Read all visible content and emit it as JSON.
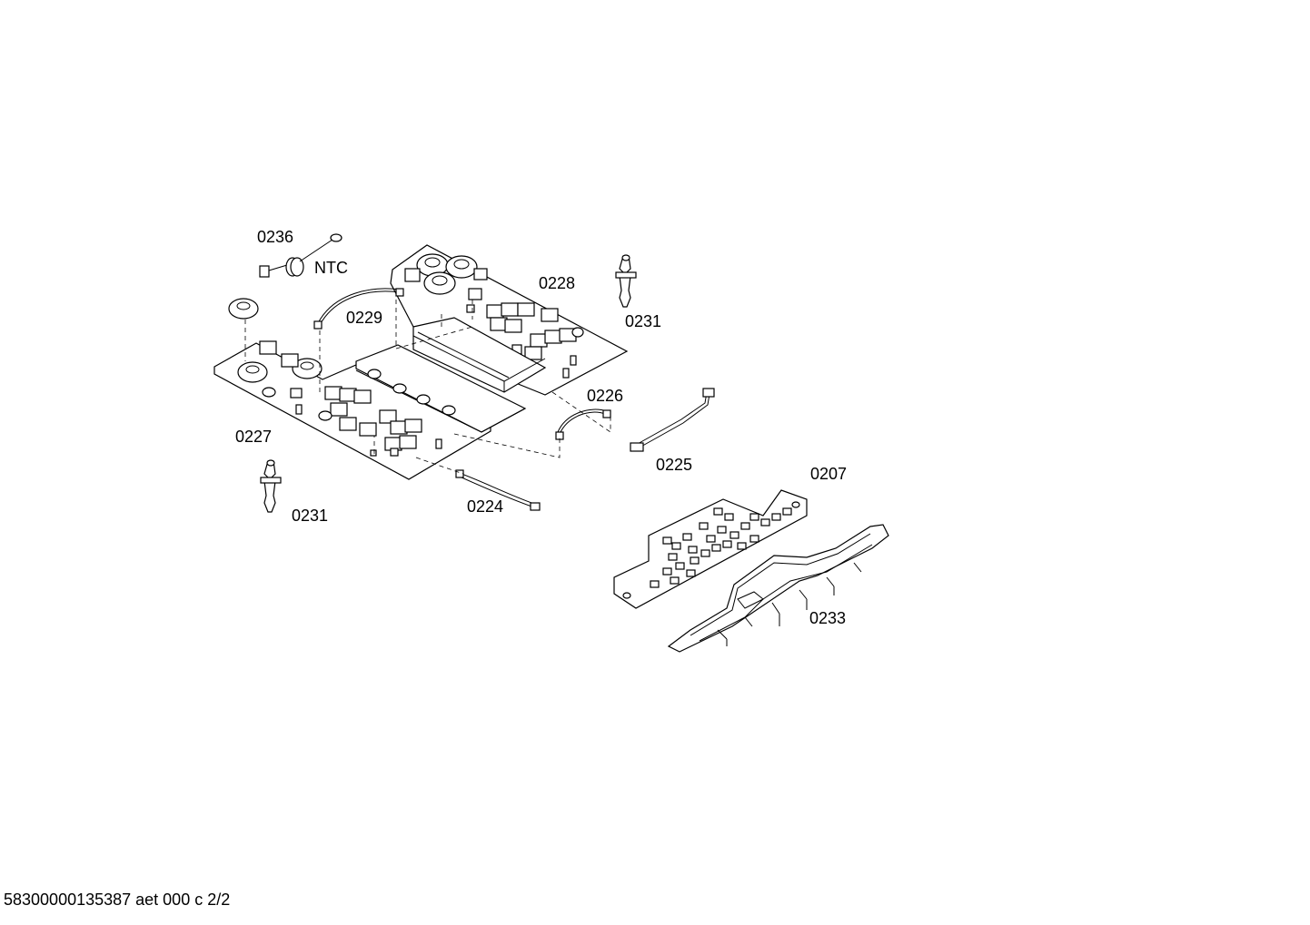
{
  "labels": {
    "l0236": "0236",
    "ntc": "NTC",
    "l0228": "0228",
    "l0229": "0229",
    "l0231a": "0231",
    "l0226": "0226",
    "l0227": "0227",
    "l0225": "0225",
    "l0207": "0207",
    "l0231b": "0231",
    "l0224": "0224",
    "l0233": "0233"
  },
  "footer": "58300000135387 aet 000 c 2/2"
}
